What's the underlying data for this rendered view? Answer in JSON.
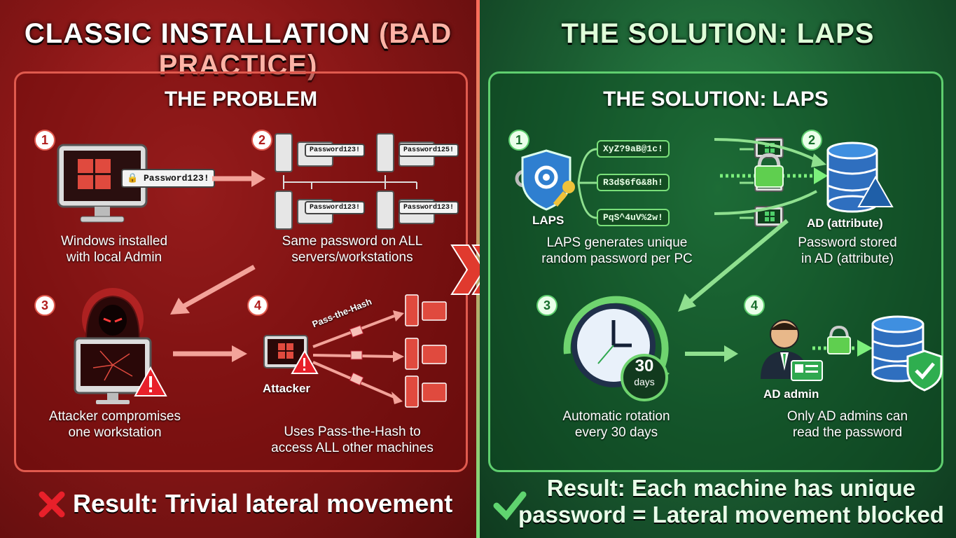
{
  "left": {
    "title_main": "CLASSIC INSTALLATION",
    "title_tag": "(BAD PRACTICE)",
    "panel_title": "THE PROBLEM",
    "steps": [
      {
        "num": "1",
        "caption_l1": "Windows installed",
        "caption_l2": "with local Admin",
        "password": "Password123!"
      },
      {
        "num": "2",
        "caption_l1": "Same password on ALL",
        "caption_l2": "servers/workstations",
        "passwords": [
          "Password123!",
          "Password125!",
          "Password123!",
          "Password123!"
        ]
      },
      {
        "num": "3",
        "caption_l1": "Attacker compromises",
        "caption_l2": "one workstation"
      },
      {
        "num": "4",
        "caption_l1": "Uses Pass-the-Hash to",
        "caption_l2": "access ALL other machines",
        "attacker_label": "Attacker",
        "pth_label": "Pass-the-Hash"
      }
    ],
    "result": "Result: Trivial lateral movement"
  },
  "right": {
    "title": "THE SOLUTION: LAPS",
    "panel_title": "THE SOLUTION: LAPS",
    "steps": [
      {
        "num": "1",
        "caption_l1": "LAPS generates unique",
        "caption_l2": "random password per PC",
        "icon_label": "LAPS",
        "passwords": [
          "XyZ?9aB@1c!",
          "R3d$6fG&8h!",
          "PqS^4uV%2w!"
        ]
      },
      {
        "num": "2",
        "caption_l1": "Password stored",
        "caption_l2": "in AD (attribute)",
        "icon_label": "AD (attribute)"
      },
      {
        "num": "3",
        "caption_l1": "Automatic rotation",
        "caption_l2": "every 30 days",
        "days_num": "30",
        "days_label": "days"
      },
      {
        "num": "4",
        "caption_l1": "Only AD admins can",
        "caption_l2": "read the password",
        "icon_label": "AD admin"
      }
    ],
    "result_l1": "Result: Each machine has unique",
    "result_l2": "password = Lateral movement blocked"
  },
  "colors": {
    "bad": "#e03a2e",
    "good": "#3fbf55",
    "warning": "#e8202a"
  },
  "icons": [
    "windows-monitor-icon",
    "padlock-icon",
    "server-icon",
    "hacker-icon",
    "warning-icon",
    "cracked-monitor-icon",
    "laps-shield-gear-key-icon",
    "database-icon",
    "clock-icon",
    "admin-person-icon",
    "check-shield-icon",
    "cross-icon",
    "check-icon",
    "chevron-icon"
  ]
}
